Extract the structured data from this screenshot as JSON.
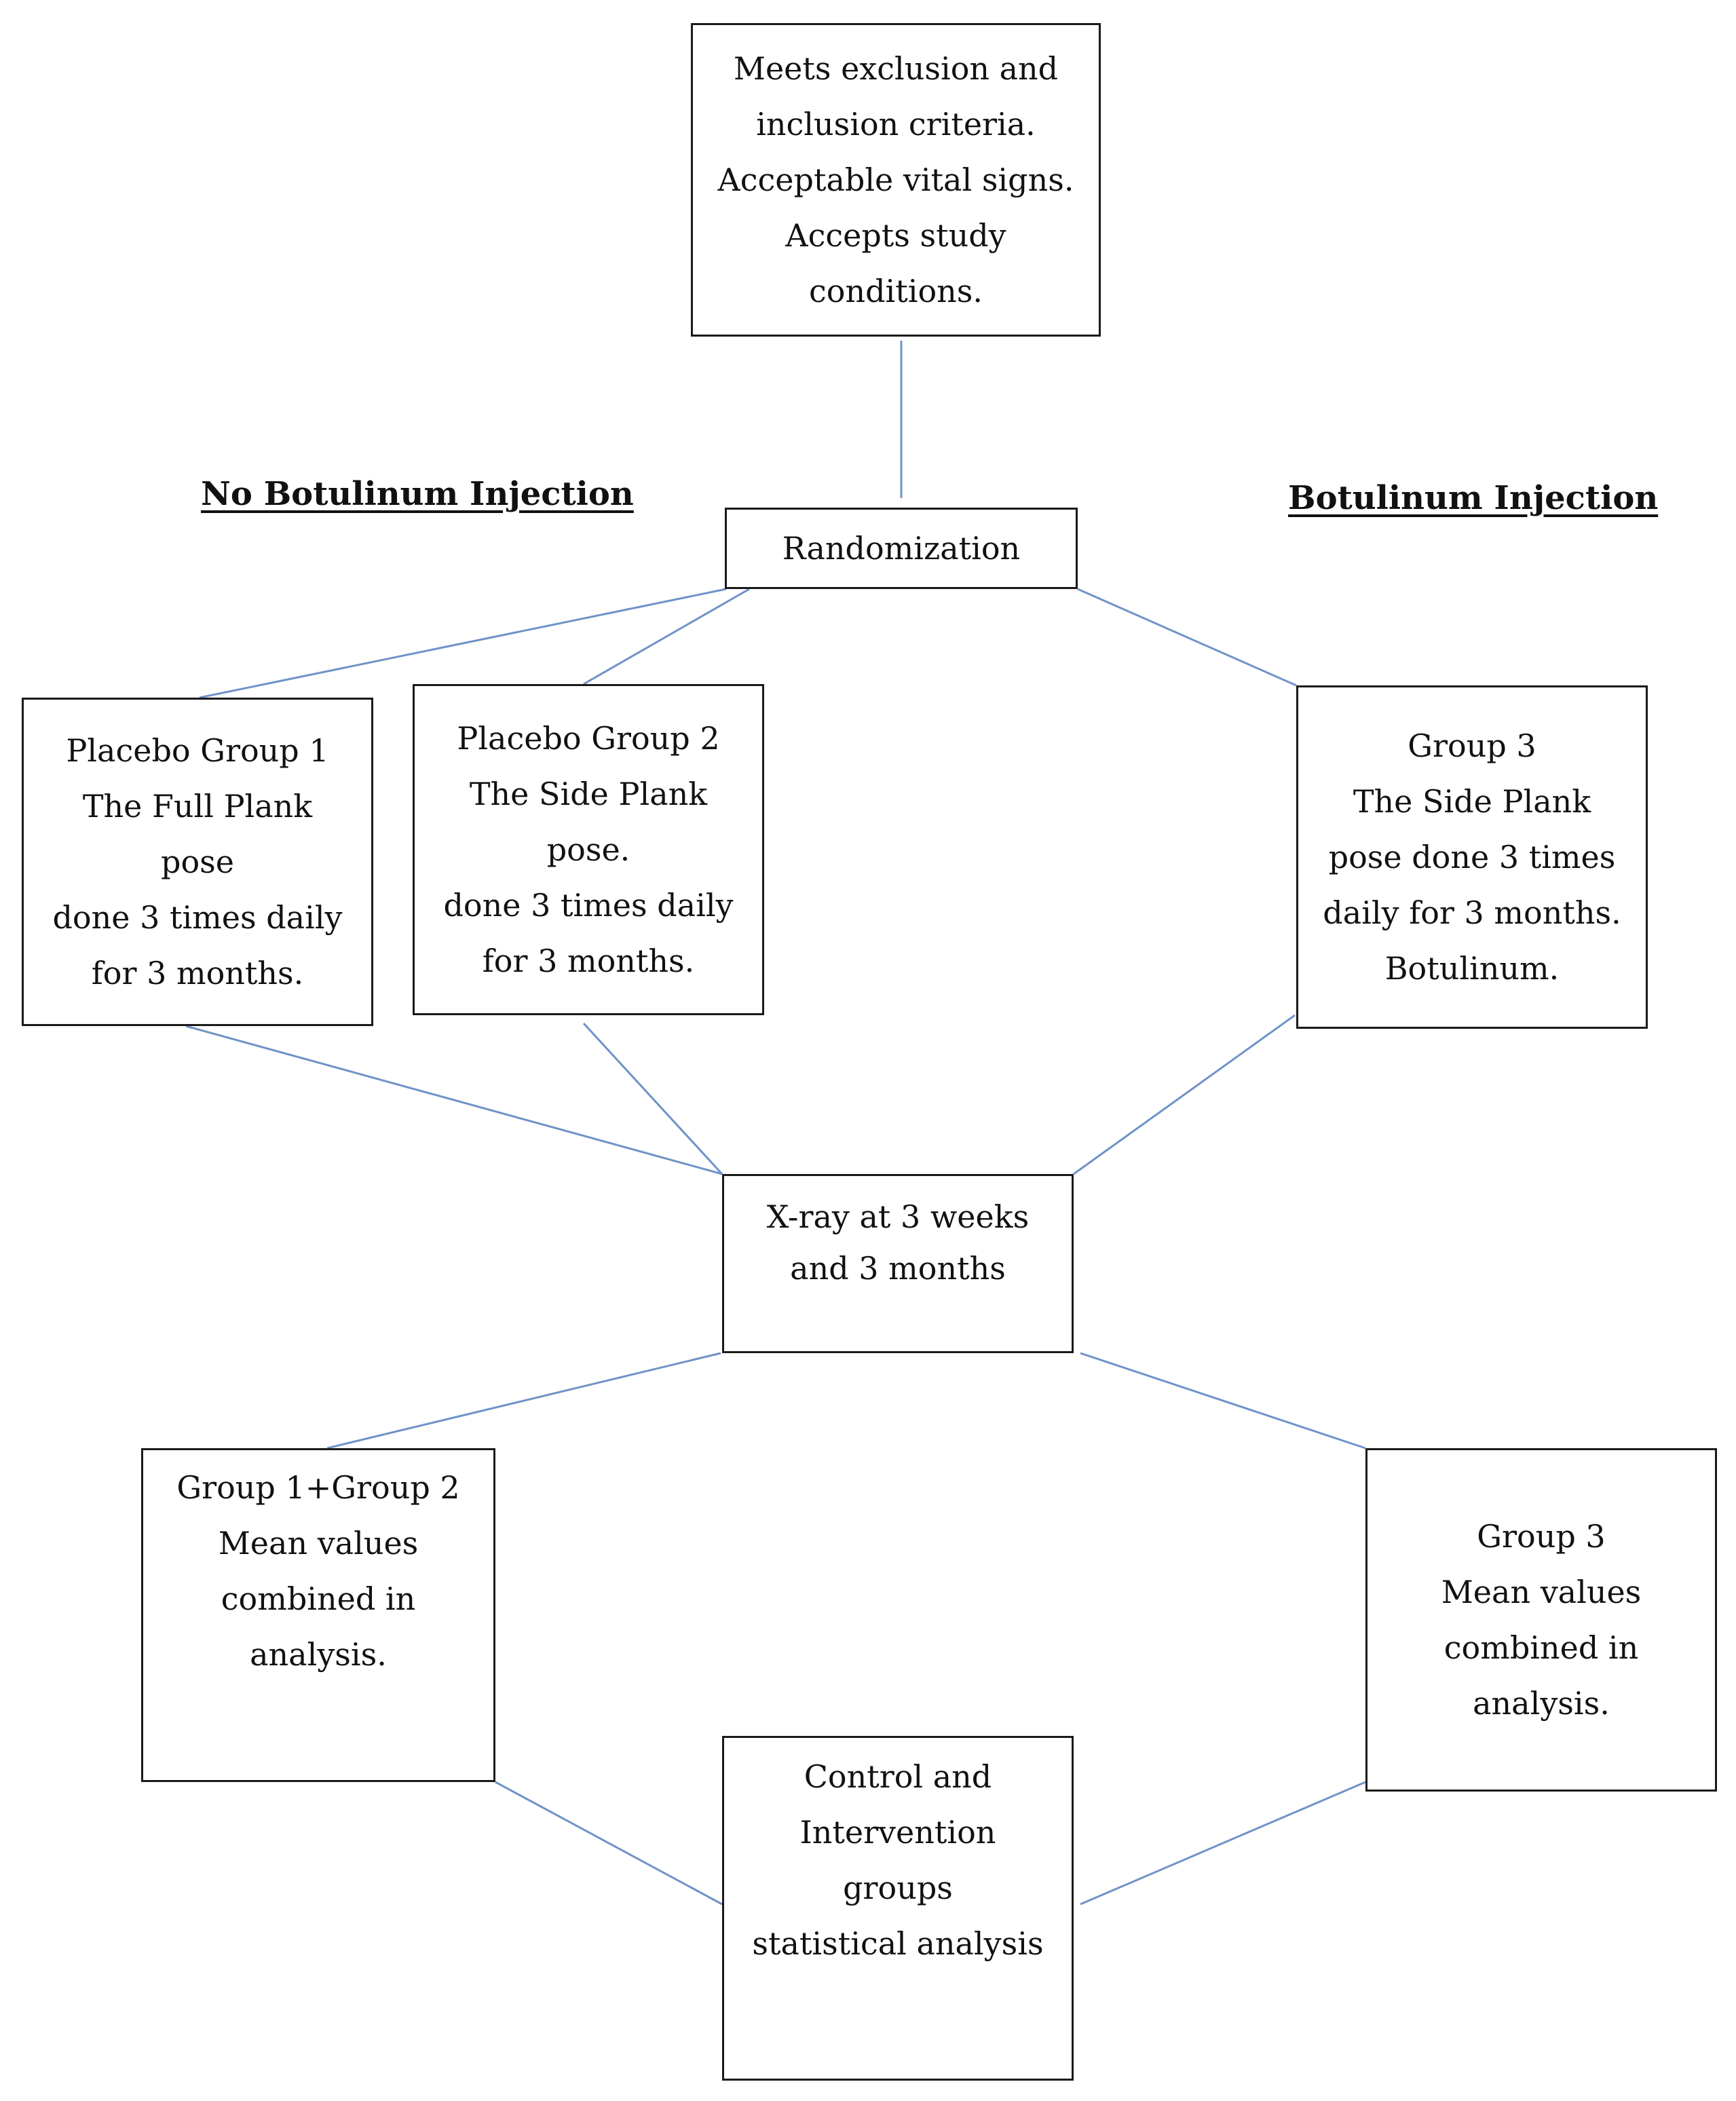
{
  "headings": {
    "left": "No Botulinum Injection",
    "right": "Botulinum Injection"
  },
  "nodes": {
    "criteria": {
      "lines": [
        "Meets exclusion and",
        "inclusion criteria.",
        "Acceptable vital signs.",
        "Accepts study",
        "conditions."
      ]
    },
    "randomization": {
      "lines": [
        "Randomization"
      ]
    },
    "placebo1": {
      "lines": [
        "Placebo Group 1",
        "The Full Plank",
        "pose",
        "done 3 times daily",
        "for 3 months."
      ]
    },
    "placebo2": {
      "lines": [
        "Placebo Group 2",
        "The Side Plank",
        "pose.",
        "done 3 times daily",
        "for 3 months."
      ]
    },
    "group3": {
      "lines": [
        "Group 3",
        "The Side Plank",
        "pose done 3 times",
        "daily for 3 months.",
        "Botulinum."
      ]
    },
    "xray": {
      "lines": [
        "X-ray at 3 weeks",
        "and 3 months"
      ]
    },
    "combined12": {
      "lines": [
        "Group 1+Group 2",
        "Mean values",
        "combined in",
        "analysis."
      ]
    },
    "combined3": {
      "lines": [
        "Group 3",
        "Mean values",
        "combined in",
        "analysis."
      ]
    },
    "analysis": {
      "lines": [
        "Control and",
        "Intervention",
        "groups",
        "statistical analysis"
      ]
    }
  },
  "colors": {
    "connector": "#6f93c8",
    "box_border": "#1a1a1a",
    "text": "#111111"
  }
}
